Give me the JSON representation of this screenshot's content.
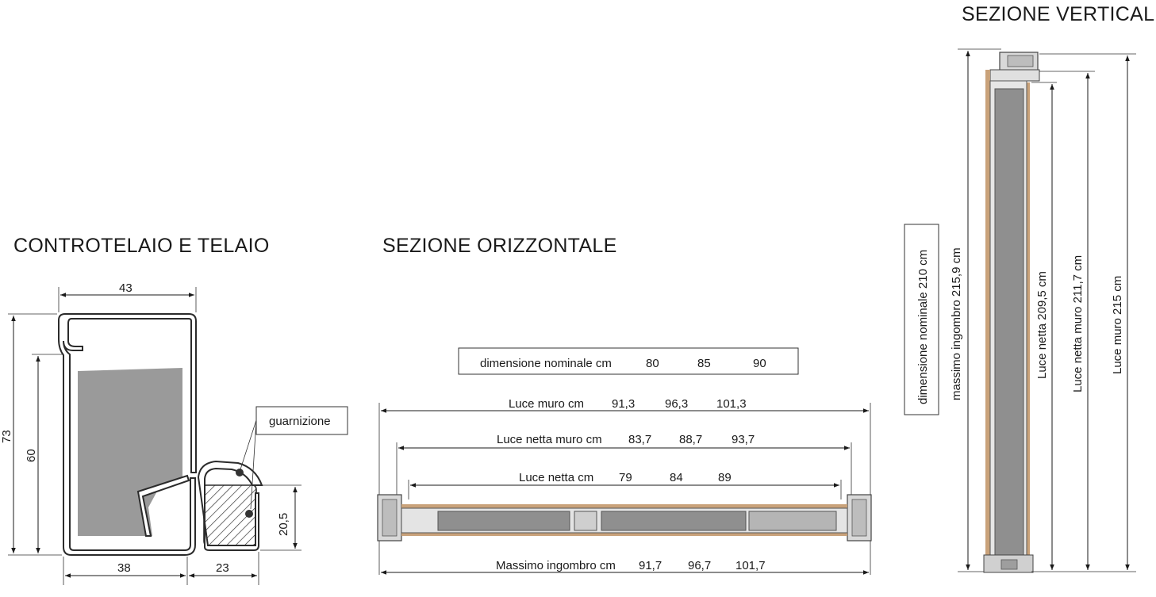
{
  "titles": {
    "left": "CONTROTELAIO E TELAIO",
    "middle": "SEZIONE ORIZZONTALE",
    "right": "SEZIONE VERTICALE"
  },
  "left_section": {
    "dim_top": "43",
    "dim_left_outer": "73",
    "dim_left_inner": "60",
    "dim_bottom_left": "38",
    "dim_bottom_right": "23",
    "dim_right": "20,5",
    "gasket_label": "guarnizione"
  },
  "horizontal_section": {
    "nominal": {
      "label": "dimensione nominale  cm",
      "values": [
        "80",
        "85",
        "90"
      ]
    },
    "luce_muro": {
      "label": "Luce muro  cm",
      "values": [
        "91,3",
        "96,3",
        "101,3"
      ]
    },
    "luce_netta_muro": {
      "label": "Luce netta muro cm",
      "values": [
        "83,7",
        "88,7",
        "93,7"
      ]
    },
    "luce_netta": {
      "label": "Luce netta cm",
      "values": [
        "79",
        "84",
        "89"
      ]
    },
    "massimo_ingombro": {
      "label": "Massimo ingombro cm",
      "values": [
        "91,7",
        "96,7",
        "101,7"
      ]
    }
  },
  "vertical_section": {
    "nominal": "dimensione nominale  210 cm",
    "massimo_ingombro": "massimo ingombro  215,9 cm",
    "luce_netta": "Luce netta  209,5 cm",
    "luce_netta_muro": "Luce netta muro  211,7 cm",
    "luce_muro": "Luce muro  215 cm"
  },
  "colors": {
    "line": "#1a1a1a",
    "panel_grey": "#9a9a9a",
    "wood": "#c9a27a"
  }
}
